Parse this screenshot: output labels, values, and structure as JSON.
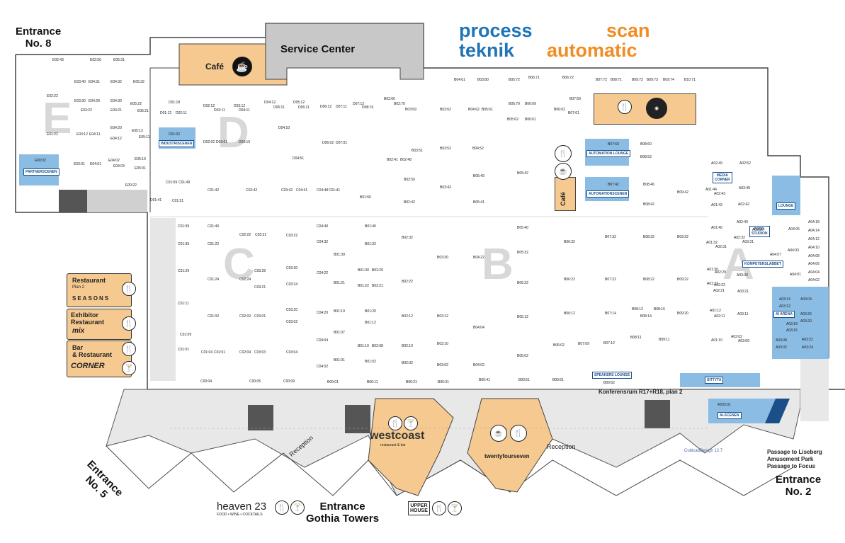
{
  "entrances": {
    "no8": "Entrance\nNo. 8",
    "no5": "Entrance\nNo. 5",
    "gothia": "Entrance\nGothia Towers",
    "no2": "Entrance\nNo. 2"
  },
  "areas": {
    "service_center": "Service Center",
    "cafe_top": "Café",
    "cafe_side": "Café",
    "reception_left": "Reception",
    "reception_right": "Reception",
    "konferensrum": "Konferensrum R17+R18, plan 2",
    "passage": "Passage to Liseberg\nAmusement Park\nPassage to Focus"
  },
  "logos": {
    "process1": "process",
    "process2": "teknik",
    "scan1": "scan",
    "scan2": "automatic",
    "westcoast": "westcoast",
    "westcoast_sub": "restaurant & bar",
    "twentyfourseven": "twentyfourseven",
    "heaven": "heaven 23",
    "heaven_sub": "FOOD • WINE • COCKTAILS",
    "upperhouse": "UPPER\nHOUSE",
    "cubicad": "CubicadDesign 12.7"
  },
  "restaurants": {
    "seasons_title": "Restaurant",
    "seasons_sub": "Plan 2",
    "seasons_name": "SEASONS",
    "mix_title": "Exhibitor\nRestaurant",
    "mix_name": "mix",
    "corner_title": "Bar\n& Restaurant",
    "corner_name": "CORNER"
  },
  "zones": {
    "letters": [
      "E",
      "D",
      "C",
      "B",
      "A"
    ]
  },
  "scenes": {
    "partnerscenen": "PARTNERSCENEN",
    "industriscenen": "INDUSTRISCENEN",
    "automation_lounge": "AUTOMATION LOUNGE",
    "automationscenen": "AUTOMATIONSCENEN",
    "media_corner": "MEDIA\nCORNER",
    "lounge": "LOUNGE",
    "podd": "PODD-\nSTUDION",
    "kompetens": "KOMPETENSLABBET",
    "ai_arena": "AI ARENA",
    "speakers": "SPEAKERS LOUNGE",
    "sittyta": "SITTYTA",
    "ai_scenen": "AI-SCENEN"
  },
  "booths": {
    "E": [
      [
        "E02:43",
        84,
        85
      ],
      [
        "E02:50",
        137,
        85
      ],
      [
        "E05:31",
        170,
        85
      ],
      [
        "E03:40",
        115,
        116
      ],
      [
        "E04:31",
        135,
        116
      ],
      [
        "E04:32",
        166,
        116
      ],
      [
        "E05:32",
        198,
        116
      ],
      [
        "E02:22",
        76,
        136
      ],
      [
        "E03:30",
        115,
        143
      ],
      [
        "E04:29",
        135,
        143
      ],
      [
        "E04:30",
        166,
        143
      ],
      [
        "E05:22",
        194,
        147
      ],
      [
        "E03:22",
        124,
        156
      ],
      [
        "E04:21",
        166,
        156
      ],
      [
        "E05:21",
        204,
        157
      ],
      [
        "E04:20",
        166,
        181
      ],
      [
        "E05:12",
        196,
        185
      ],
      [
        "E01:22",
        76,
        190
      ],
      [
        "E03:12",
        118,
        190
      ],
      [
        "E04:11",
        136,
        190
      ],
      [
        "E04:12",
        166,
        196
      ],
      [
        "E05:11",
        206,
        194
      ],
      [
        "E04:02",
        163,
        227
      ],
      [
        "E03:01",
        114,
        232
      ],
      [
        "E04:01",
        137,
        232
      ],
      [
        "E05:10",
        200,
        225
      ],
      [
        "E04:03",
        170,
        235
      ],
      [
        "E05:01",
        200,
        238
      ],
      [
        "E00:02",
        59,
        227
      ],
      [
        "E00:22",
        187,
        262
      ]
    ],
    "D": [
      [
        "D01:18",
        248,
        145
      ],
      [
        "D02:12",
        297,
        150
      ],
      [
        "D03:12",
        340,
        150
      ],
      [
        "D04:12",
        383,
        145
      ],
      [
        "D05:12",
        424,
        145
      ],
      [
        "D06:12",
        462,
        151
      ],
      [
        "D07:12",
        508,
        147
      ],
      [
        "D01:12",
        236,
        160
      ],
      [
        "D02:11",
        258,
        160
      ],
      [
        "D03:11",
        312,
        156
      ],
      [
        "D04:11",
        347,
        156
      ],
      [
        "D05:11",
        396,
        152
      ],
      [
        "D06:11",
        431,
        152
      ],
      [
        "D07:11",
        484,
        151
      ],
      [
        "D08:19",
        521,
        152
      ],
      [
        "D01:02",
        248,
        190
      ],
      [
        "D04:10",
        403,
        181
      ],
      [
        "D02:02",
        297,
        201
      ],
      [
        "D03:01",
        315,
        201
      ],
      [
        "D03:10",
        347,
        201
      ],
      [
        "D06:02",
        465,
        202
      ],
      [
        "D07:01",
        484,
        202
      ],
      [
        "D04:51",
        423,
        224
      ],
      [
        "D01:41",
        222,
        283
      ]
    ],
    "C": [
      [
        "C01:59",
        244,
        258
      ],
      [
        "C01:49",
        262,
        258
      ],
      [
        "C01:42",
        303,
        269
      ],
      [
        "C02:42",
        357,
        269
      ],
      [
        "C03:42",
        407,
        269
      ],
      [
        "C04:41",
        428,
        269
      ],
      [
        "C04:48",
        457,
        269
      ],
      [
        "C01:41",
        474,
        269
      ],
      [
        "C01:51",
        253,
        284
      ],
      [
        "C01:39",
        261,
        320
      ],
      [
        "C01:40",
        303,
        320
      ],
      [
        "C01:35",
        261,
        345
      ],
      [
        "C01:22",
        303,
        345
      ],
      [
        "C02:22",
        348,
        332
      ],
      [
        "C03:31",
        370,
        332
      ],
      [
        "C03:22",
        414,
        333
      ],
      [
        "C04:40",
        457,
        320
      ],
      [
        "C04:32",
        457,
        342
      ],
      [
        "C01:29",
        261,
        383
      ],
      [
        "C03:39",
        369,
        383
      ],
      [
        "C03:30",
        414,
        379
      ],
      [
        "C01:24",
        303,
        395
      ],
      [
        "C02:24",
        348,
        395
      ],
      [
        "C04:22",
        457,
        386
      ],
      [
        "C03:21",
        369,
        406
      ],
      [
        "C03:24",
        414,
        402
      ],
      [
        "C01:11",
        261,
        429
      ],
      [
        "C03:20",
        414,
        438
      ],
      [
        "C04:20",
        457,
        442
      ],
      [
        "C01:02",
        303,
        447
      ],
      [
        "C02:02",
        348,
        447
      ],
      [
        "C03:01",
        369,
        447
      ],
      [
        "C03:02",
        414,
        455
      ],
      [
        "C01:09",
        264,
        473
      ],
      [
        "C04:04",
        457,
        481
      ],
      [
        "C01:01",
        261,
        494
      ],
      [
        "C01:04",
        294,
        498
      ],
      [
        "C02:01",
        312,
        498
      ],
      [
        "C02:04",
        348,
        498
      ],
      [
        "C03:03",
        369,
        498
      ],
      [
        "C03:04",
        414,
        498
      ],
      [
        "C04:02",
        457,
        518
      ],
      [
        "C00:04",
        293,
        539
      ],
      [
        "C00:05",
        362,
        539
      ],
      [
        "C00:09",
        410,
        539
      ]
    ],
    "B": [
      [
        "B02:66",
        552,
        140
      ],
      [
        "B02:70",
        566,
        147
      ],
      [
        "B03:69",
        582,
        155
      ],
      [
        "B03:62",
        631,
        155
      ],
      [
        "B04:62",
        671,
        155
      ],
      [
        "B05:61",
        690,
        155
      ],
      [
        "B05:70",
        728,
        147
      ],
      [
        "B06:69",
        751,
        147
      ],
      [
        "B06:62",
        792,
        155
      ],
      [
        "B07:69",
        814,
        140
      ],
      [
        "B07:61",
        812,
        160
      ],
      [
        "B05:62",
        726,
        169
      ],
      [
        "B06:61",
        751,
        169
      ],
      [
        "B04:61",
        651,
        113
      ],
      [
        "B03:80",
        684,
        113
      ],
      [
        "B05:72",
        728,
        113
      ],
      [
        "B06:71",
        756,
        110
      ],
      [
        "B06:72",
        804,
        110
      ],
      [
        "B07:72",
        851,
        113
      ],
      [
        "B08:71",
        872,
        113
      ],
      [
        "B09:72",
        902,
        113
      ],
      [
        "B09:73",
        923,
        113
      ],
      [
        "B09:74",
        946,
        113
      ],
      [
        "B10:71",
        976,
        113
      ],
      [
        "B03:52",
        631,
        210
      ],
      [
        "B04:52",
        677,
        210
      ],
      [
        "B03:51",
        591,
        213
      ],
      [
        "B02:41",
        556,
        226
      ],
      [
        "B02:48",
        575,
        226
      ],
      [
        "B05:42",
        740,
        245
      ],
      [
        "B05:49",
        678,
        249
      ],
      [
        "B02:50",
        580,
        254
      ],
      [
        "B03:42",
        631,
        265
      ],
      [
        "B01:50",
        518,
        279
      ],
      [
        "B02:42",
        580,
        286
      ],
      [
        "B05:41",
        678,
        286
      ],
      [
        "B07:60",
        868,
        204
      ],
      [
        "B08:60",
        914,
        204
      ],
      [
        "B08:52",
        914,
        222
      ],
      [
        "B07:42",
        868,
        261
      ],
      [
        "B08:46",
        918,
        261
      ],
      [
        "B08:42",
        918,
        289
      ],
      [
        "B09:42",
        966,
        272
      ],
      [
        "B01:40",
        525,
        320
      ],
      [
        "B01:32",
        525,
        345
      ],
      [
        "B05:40",
        740,
        322
      ],
      [
        "B05:32",
        740,
        357
      ],
      [
        "B02:32",
        577,
        336
      ],
      [
        "B03:30",
        627,
        364
      ],
      [
        "B04:22",
        678,
        364
      ],
      [
        "B06:32",
        806,
        342
      ],
      [
        "B07:32",
        864,
        335
      ],
      [
        "B08:32",
        918,
        335
      ],
      [
        "B09:32",
        966,
        335
      ],
      [
        "B01:39",
        481,
        360
      ],
      [
        "B01:30",
        515,
        382
      ],
      [
        "B02:29",
        535,
        382
      ],
      [
        "B01:21",
        481,
        400
      ],
      [
        "B01:22",
        515,
        404
      ],
      [
        "B02:21",
        535,
        404
      ],
      [
        "B02:22",
        577,
        398
      ],
      [
        "B05:22",
        740,
        400
      ],
      [
        "B06:22",
        806,
        395
      ],
      [
        "B07:22",
        864,
        395
      ],
      [
        "B08:22",
        918,
        395
      ],
      [
        "B09:22",
        966,
        395
      ],
      [
        "B01:19",
        481,
        440
      ],
      [
        "B01:20",
        525,
        440
      ],
      [
        "B01:12",
        525,
        456
      ],
      [
        "B02:12",
        577,
        447
      ],
      [
        "B03:12",
        627,
        447
      ],
      [
        "B05:12",
        740,
        448
      ],
      [
        "B06:12",
        806,
        443
      ],
      [
        "B07:14",
        864,
        443
      ],
      [
        "B08:12",
        902,
        437
      ],
      [
        "B08:16",
        933,
        437
      ],
      [
        "B08:14",
        914,
        447
      ],
      [
        "B09:20",
        966,
        443
      ],
      [
        "B01:07",
        481,
        470
      ],
      [
        "B04:04",
        678,
        463
      ],
      [
        "B01:10",
        515,
        489
      ],
      [
        "B02:08",
        535,
        489
      ],
      [
        "B02:10",
        577,
        489
      ],
      [
        "B03:10",
        627,
        486
      ],
      [
        "B07:09",
        826,
        486
      ],
      [
        "B07:12",
        862,
        485
      ],
      [
        "B08:11",
        900,
        477
      ],
      [
        "B09:11",
        940,
        480
      ],
      [
        "B06:02",
        791,
        488
      ],
      [
        "B01:01",
        481,
        509
      ],
      [
        "B01:02",
        525,
        511
      ],
      [
        "B02:02",
        577,
        513
      ],
      [
        "B03:02",
        627,
        516
      ],
      [
        "B04:02",
        678,
        516
      ],
      [
        "B05:02",
        740,
        503
      ],
      [
        "B00:01",
        472,
        540
      ],
      [
        "B00:11",
        528,
        540
      ],
      [
        "B00:21",
        583,
        540
      ],
      [
        "B00:31",
        628,
        540
      ],
      [
        "B00:41",
        686,
        537
      ],
      [
        "B00:51",
        742,
        537
      ],
      [
        "B00:61",
        790,
        537
      ],
      [
        "B00:62",
        862,
        541
      ]
    ],
    "A": [
      [
        "A02:49",
        1014,
        231
      ],
      [
        "A02:52",
        1054,
        231
      ],
      [
        "A01:44",
        1006,
        268
      ],
      [
        "A02:43",
        1018,
        274
      ],
      [
        "A03:49",
        1053,
        266
      ],
      [
        "A01:42",
        1014,
        290
      ],
      [
        "A02:42",
        1052,
        289
      ],
      [
        "A01:40",
        1014,
        322
      ],
      [
        "A02:40",
        1050,
        314
      ],
      [
        "A03:30",
        1072,
        325
      ],
      [
        "A04:05",
        1123,
        324
      ],
      [
        "A02:32",
        1046,
        336
      ],
      [
        "A03:31",
        1058,
        342
      ],
      [
        "A01:32",
        1007,
        343
      ],
      [
        "A02:31",
        1020,
        349
      ],
      [
        "A04:18",
        1151,
        314
      ],
      [
        "A04:14",
        1151,
        326
      ],
      [
        "A04:12",
        1151,
        338
      ],
      [
        "A04:10",
        1151,
        350
      ],
      [
        "A04:08",
        1151,
        362
      ],
      [
        "A04:06",
        1151,
        373
      ],
      [
        "A04:04",
        1151,
        385
      ],
      [
        "A04:02",
        1151,
        396
      ],
      [
        "A04:03",
        1122,
        354
      ],
      [
        "A04:07",
        1097,
        360
      ],
      [
        "A04:01",
        1125,
        388
      ],
      [
        "A01:30",
        1008,
        381
      ],
      [
        "A02:29",
        1019,
        385
      ],
      [
        "A03:30",
        1050,
        389
      ],
      [
        "A01:22",
        1008,
        401
      ],
      [
        "A02:22",
        1018,
        403
      ],
      [
        "A02:21",
        1017,
        411
      ],
      [
        "A03:21",
        1051,
        412
      ],
      [
        "A03:14",
        1110,
        423
      ],
      [
        "A03:12",
        1110,
        433
      ],
      [
        "A03:04",
        1140,
        423
      ],
      [
        "A01:12",
        1012,
        439
      ],
      [
        "A02:11",
        1018,
        447
      ],
      [
        "A03:11",
        1051,
        444
      ],
      [
        "A03:26",
        1140,
        444
      ],
      [
        "A03:20",
        1140,
        454
      ],
      [
        "A03:18",
        1120,
        458
      ],
      [
        "A03:16",
        1120,
        467
      ],
      [
        "A01:10",
        1014,
        481
      ],
      [
        "A02:02",
        1042,
        476
      ],
      [
        "A03:09",
        1052,
        482
      ],
      [
        "A03:08",
        1105,
        481
      ],
      [
        "A03:22",
        1142,
        480
      ],
      [
        "A03:02",
        1105,
        491
      ],
      [
        "A03:24",
        1142,
        491
      ],
      [
        "A203:01",
        1023,
        572
      ]
    ]
  }
}
